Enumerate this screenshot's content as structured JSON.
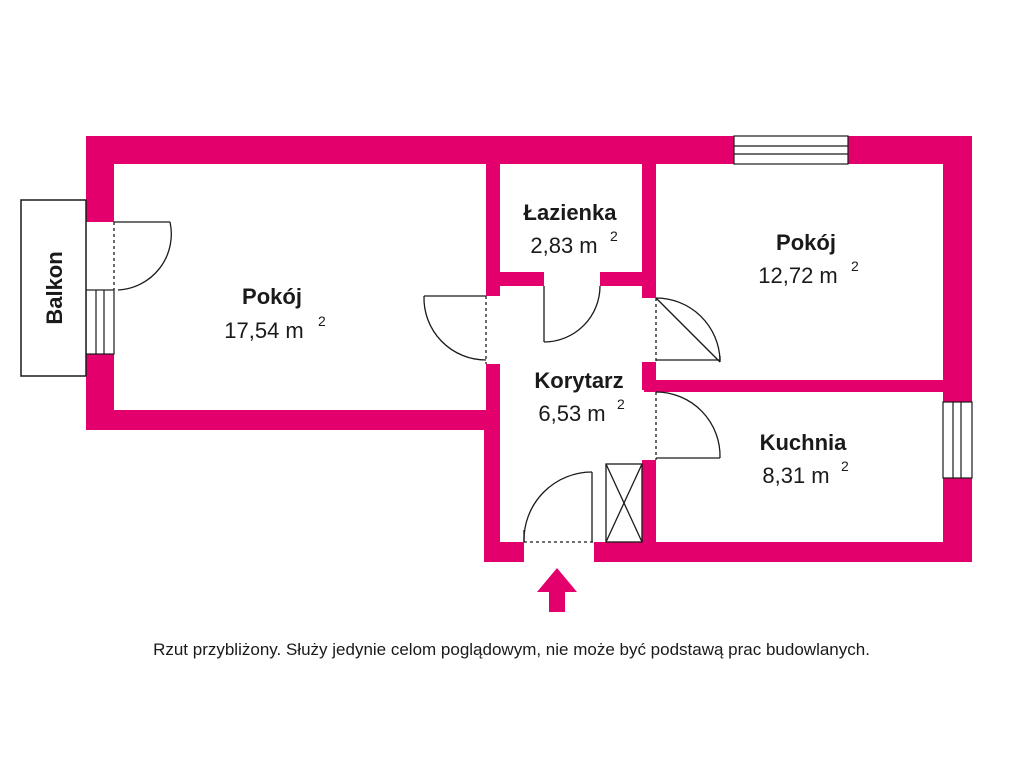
{
  "colors": {
    "wall": "#e3006d",
    "line": "#1a1a1a",
    "background": "#ffffff"
  },
  "rooms": {
    "pokoj_large": {
      "name": "Pokój",
      "area": "17,54 m",
      "unit_exp": "2"
    },
    "lazienka": {
      "name": "Łazienka",
      "area": "2,83 m",
      "unit_exp": "2"
    },
    "pokoj_small": {
      "name": "Pokój",
      "area": "12,72 m",
      "unit_exp": "2"
    },
    "korytarz": {
      "name": "Korytarz",
      "area": "6,53 m",
      "unit_exp": "2"
    },
    "kuchnia": {
      "name": "Kuchnia",
      "area": "8,31 m",
      "unit_exp": "2"
    }
  },
  "balcony": {
    "label": "Balkon"
  },
  "entrance_icon": "arrow-up-icon",
  "disclaimer": "Rzut przybliżony. Służy jedynie celom poglądowym, nie może być podstawą prac budowlanych."
}
